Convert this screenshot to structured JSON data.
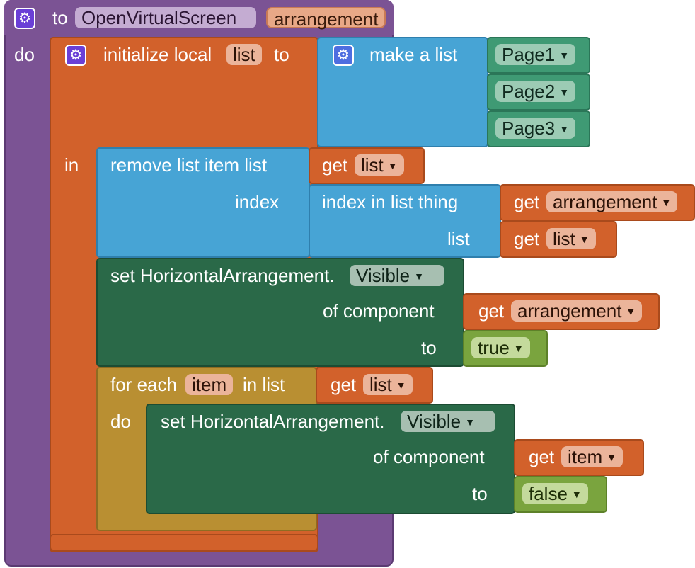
{
  "procedure": {
    "to_label": "to",
    "name": "OpenVirtualScreen",
    "param": "arrangement",
    "do_label": "do"
  },
  "init_local": {
    "label_prefix": "initialize local",
    "var_name": "list",
    "label_to": "to",
    "in_label": "in"
  },
  "make_list": {
    "label": "make a list",
    "items": [
      "Page1",
      "Page2",
      "Page3"
    ]
  },
  "remove_item": {
    "label": "remove list item  list",
    "index_label": "index",
    "get_label": "get",
    "list_var": "list"
  },
  "index_in_list": {
    "label": "index in list  thing",
    "list_label": "list",
    "get_label": "get",
    "thing_var": "arrangement",
    "list_var": "list"
  },
  "set_visible_true": {
    "label": "set HorizontalArrangement.",
    "prop": "Visible",
    "of_component": "of component",
    "to_label": "to",
    "get_label": "get",
    "component_var": "arrangement",
    "value": "true"
  },
  "for_each": {
    "label_prefix": "for each",
    "item_var": "item",
    "label_in_list": "in list",
    "do_label": "do",
    "get_label": "get",
    "list_var": "list"
  },
  "set_visible_false": {
    "label": "set HorizontalArrangement.",
    "prop": "Visible",
    "of_component": "of component",
    "to_label": "to",
    "get_label": "get",
    "component_var": "item",
    "value": "false"
  },
  "icons": {
    "mutator": "gear-icon",
    "dropdown": "triangle-down"
  },
  "colors": {
    "procedure": "#7b5394",
    "variables": "#d2612b",
    "lists": "#47a4d5",
    "components": "#2a6948",
    "text_values": "#3f9a74",
    "control": "#b98f32",
    "logic": "#7aa43e"
  }
}
